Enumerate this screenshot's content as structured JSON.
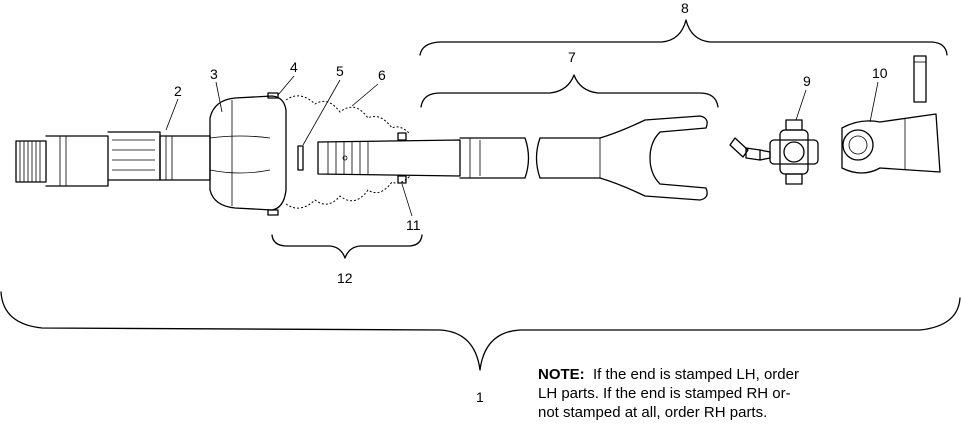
{
  "callouts": {
    "c1": "1",
    "c2": "2",
    "c3": "3",
    "c4": "4",
    "c5": "5",
    "c6": "6",
    "c7": "7",
    "c8": "8",
    "c9": "9",
    "c10": "10",
    "c11": "11",
    "c12": "12"
  },
  "note": {
    "label": "NOTE:",
    "line1": "If the end is stamped LH, order",
    "line2": "LH parts.  If the end is stamped RH or-",
    "line3": "not stamped at all, order RH parts."
  }
}
